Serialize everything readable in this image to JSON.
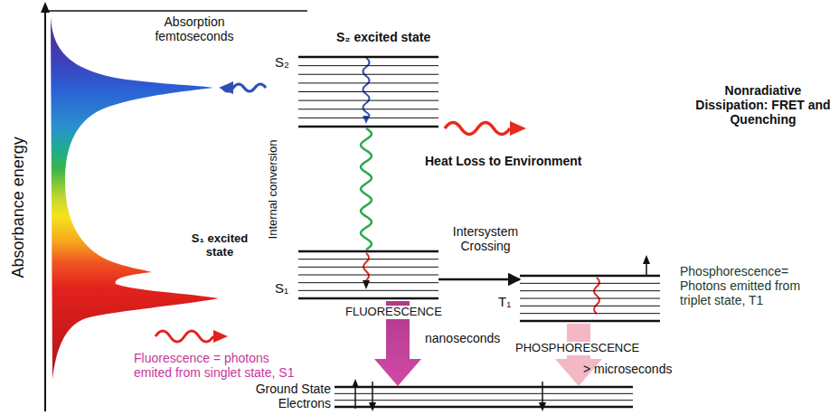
{
  "diagram": {
    "nodes": [
      {
        "text": [
          "S₂ excited state",
          "S₂"
        ]
      },
      {
        "text": [
          "S₁"
        ]
      },
      {
        "text": [
          "T₁"
        ]
      },
      {
        "text": [
          "Ground State Electrons"
        ]
      }
    ],
    "edges": [
      {
        "from": 0,
        "to": 1,
        "arrow": "none",
        "label": "Internal conversion"
      },
      {
        "from": 1,
        "to": 2,
        "arrow": "to",
        "label": "Intersystem Crossing"
      },
      {
        "from": 1,
        "to": 3,
        "arrow": "to",
        "label": "FLUORESCENCE"
      },
      {
        "from": 2,
        "to": 3,
        "arrow": "to",
        "label": "PHOSPHORESCENCE"
      }
    ],
    "labels": [
      "Absorbance energy",
      "Absorption femtoseconds",
      "S₁ excited state",
      "Fluorescence = photons emited from singlet state, S1",
      "Heat Loss to Environment",
      "Nonradiative Dissipation: FRET and Quenching",
      "nanoseconds",
      "Phosphorescence= Photons emitted from triplet state, T1",
      "> microseconds"
    ]
  }
}
